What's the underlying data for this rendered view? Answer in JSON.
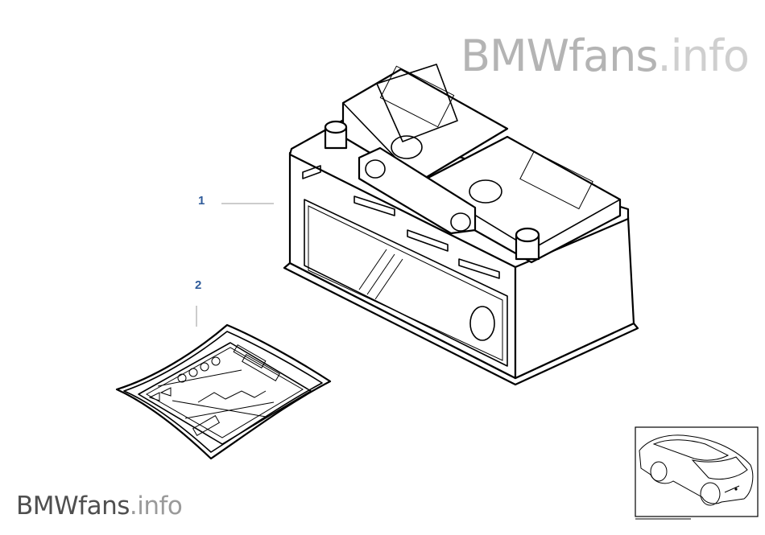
{
  "watermark": {
    "brand": "BMWfans",
    "tld": ".info"
  },
  "callouts": [
    {
      "label": "1",
      "part": "battery"
    },
    {
      "label": "2",
      "part": "documentation-pack"
    }
  ],
  "thumbnail": {
    "icon": "car-outline-icon"
  }
}
